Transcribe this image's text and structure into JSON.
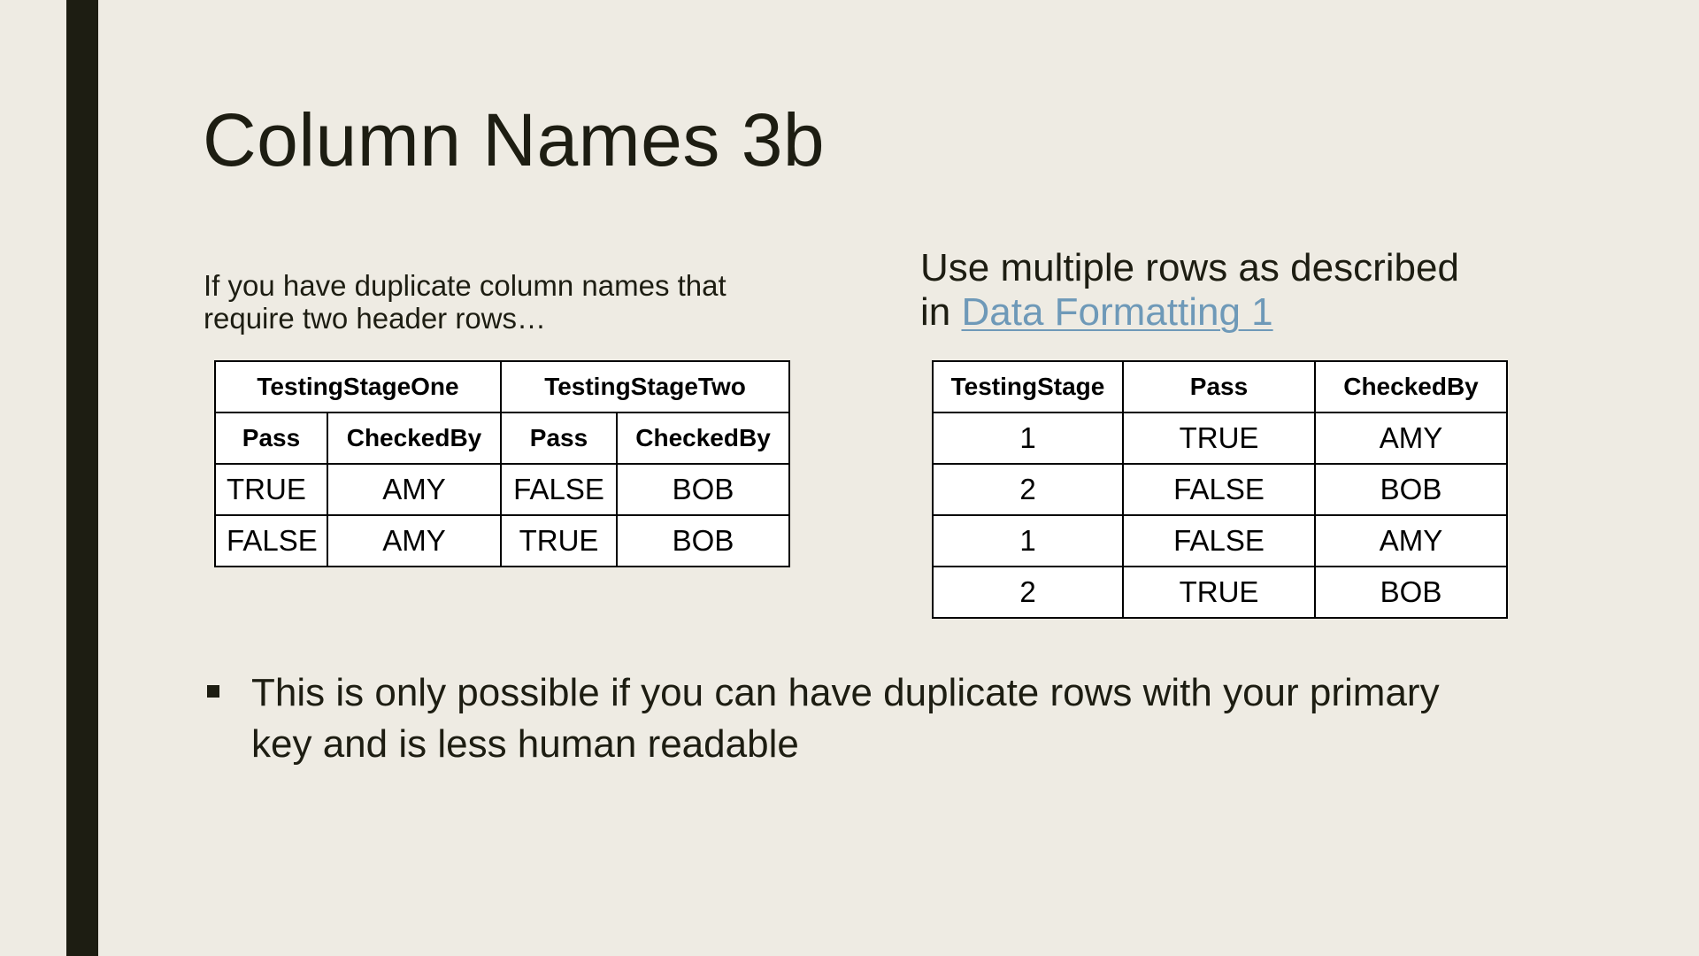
{
  "slide": {
    "title": "Column Names 3b",
    "left_caption": {
      "line1": "If you have duplicate column names that",
      "line2": "require two header rows…"
    },
    "right_caption": {
      "line1": "Use multiple rows as described",
      "line2_prefix": "in ",
      "link_text": "Data Formatting 1"
    },
    "left_table": {
      "group_headers": [
        "TestingStageOne",
        "TestingStageTwo"
      ],
      "sub_headers": [
        "Pass",
        "CheckedBy",
        "Pass",
        "CheckedBy"
      ],
      "rows": [
        [
          "TRUE",
          "AMY",
          "FALSE",
          "BOB"
        ],
        [
          "FALSE",
          "AMY",
          "TRUE",
          "BOB"
        ]
      ]
    },
    "right_table": {
      "headers": [
        "TestingStage",
        "Pass",
        "CheckedBy"
      ],
      "rows": [
        [
          "1",
          "TRUE",
          "AMY"
        ],
        [
          "2",
          "FALSE",
          "BOB"
        ],
        [
          "1",
          "FALSE",
          "AMY"
        ],
        [
          "2",
          "TRUE",
          "BOB"
        ]
      ]
    },
    "bullet": {
      "line1": "This is only possible if you can have duplicate rows with your primary",
      "line2": "key and is less human readable"
    }
  },
  "colors": {
    "background": "#EEEBE3",
    "text": "#1D1D12",
    "accent_bar": "#1D1D12",
    "link": "#6E99B8"
  }
}
